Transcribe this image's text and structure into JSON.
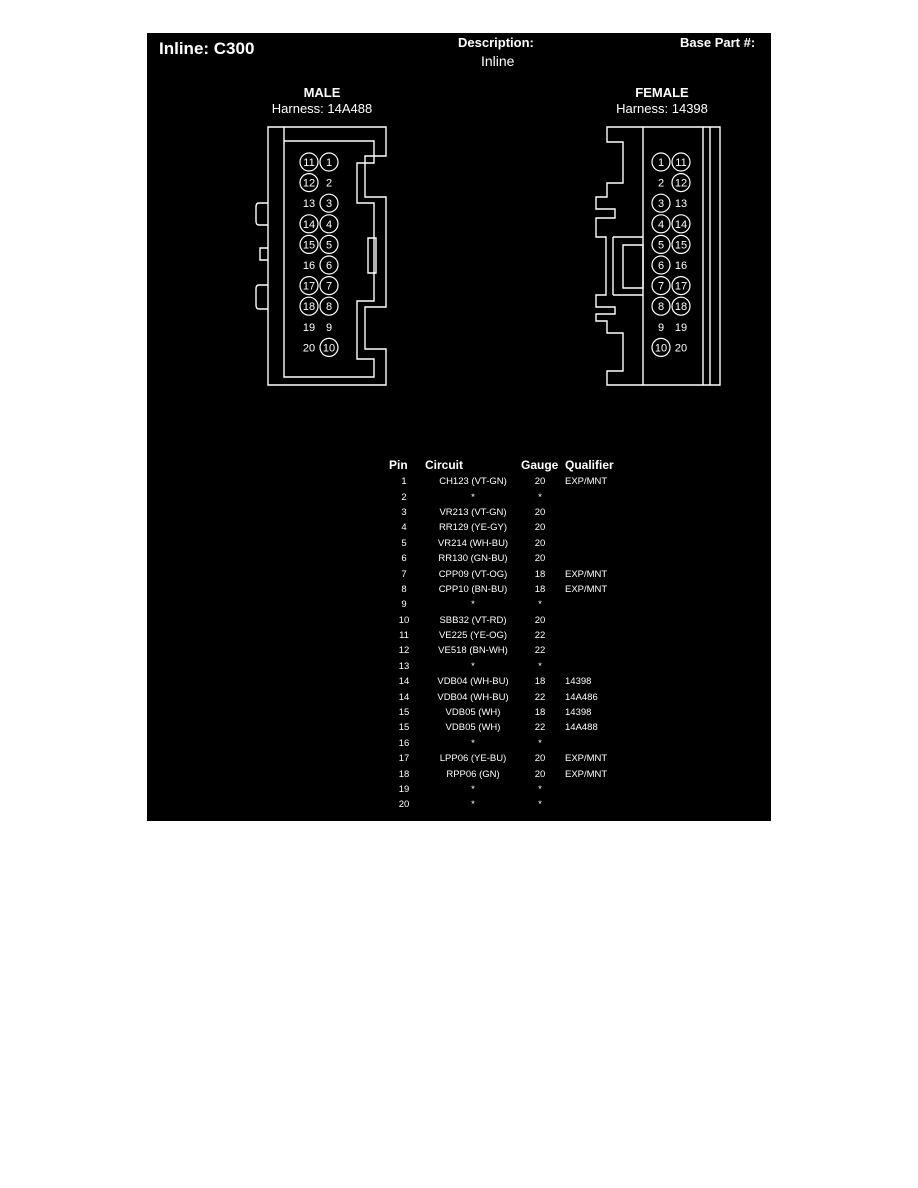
{
  "header": {
    "title": "Inline: C300",
    "description_label": "Description:",
    "description_value": "Inline",
    "base_part_label": "Base Part #:"
  },
  "connectors": {
    "male": {
      "gender": "MALE",
      "harness": "Harness: 14A488",
      "pin_rows": [
        [
          "11",
          "1"
        ],
        [
          "12",
          "2"
        ],
        [
          "13",
          "3"
        ],
        [
          "14",
          "4"
        ],
        [
          "15",
          "5"
        ],
        [
          "16",
          "6"
        ],
        [
          "17",
          "7"
        ],
        [
          "18",
          "8"
        ],
        [
          "19",
          "9"
        ],
        [
          "20",
          "10"
        ]
      ]
    },
    "female": {
      "gender": "FEMALE",
      "harness": "Harness: 14398",
      "pin_rows": [
        [
          "1",
          "11"
        ],
        [
          "2",
          "12"
        ],
        [
          "3",
          "13"
        ],
        [
          "4",
          "14"
        ],
        [
          "5",
          "15"
        ],
        [
          "6",
          "16"
        ],
        [
          "7",
          "17"
        ],
        [
          "8",
          "18"
        ],
        [
          "9",
          "19"
        ],
        [
          "10",
          "20"
        ]
      ]
    }
  },
  "pin_table": {
    "columns": [
      "Pin",
      "Circuit",
      "Gauge",
      "Qualifier"
    ],
    "rows": [
      [
        "1",
        "CH123 (VT-GN)",
        "20",
        "EXP/MNT"
      ],
      [
        "2",
        "*",
        "*",
        ""
      ],
      [
        "3",
        "VR213 (VT-GN)",
        "20",
        ""
      ],
      [
        "4",
        "RR129 (YE-GY)",
        "20",
        ""
      ],
      [
        "5",
        "VR214 (WH-BU)",
        "20",
        ""
      ],
      [
        "6",
        "RR130 (GN-BU)",
        "20",
        ""
      ],
      [
        "7",
        "CPP09 (VT-OG)",
        "18",
        "EXP/MNT"
      ],
      [
        "8",
        "CPP10 (BN-BU)",
        "18",
        "EXP/MNT"
      ],
      [
        "9",
        "*",
        "*",
        ""
      ],
      [
        "10",
        "SBB32 (VT-RD)",
        "20",
        ""
      ],
      [
        "11",
        "VE225 (YE-OG)",
        "22",
        ""
      ],
      [
        "12",
        "VE518 (BN-WH)",
        "22",
        ""
      ],
      [
        "13",
        "*",
        "*",
        ""
      ],
      [
        "14",
        "VDB04 (WH-BU)",
        "18",
        "14398"
      ],
      [
        "14",
        "VDB04 (WH-BU)",
        "22",
        "14A486"
      ],
      [
        "15",
        "VDB05 (WH)",
        "18",
        "14398"
      ],
      [
        "15",
        "VDB05 (WH)",
        "22",
        "14A488"
      ],
      [
        "16",
        "*",
        "*",
        ""
      ],
      [
        "17",
        "LPP06 (YE-BU)",
        "20",
        "EXP/MNT"
      ],
      [
        "18",
        "RPP06 (GN)",
        "20",
        "EXP/MNT"
      ],
      [
        "19",
        "*",
        "*",
        ""
      ],
      [
        "20",
        "*",
        "*",
        ""
      ]
    ]
  }
}
